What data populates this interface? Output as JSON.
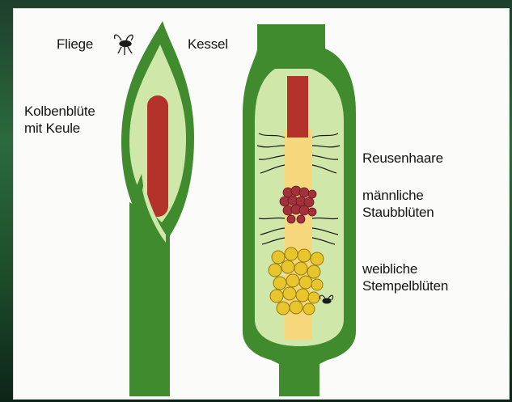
{
  "labels": {
    "fly": "Fliege",
    "kessel": "Kessel",
    "spadix": "Kolbenblüte\nmit Keule",
    "hairs": "Reusenhaare",
    "male": "männliche\nStaubblüten",
    "female": "weibliche\nStempelblüten"
  },
  "colors": {
    "outer_green": "#3f8b2d",
    "inner_green": "#cfe7a8",
    "club_red": "#b3322a",
    "stamen_red": "#a3303a",
    "column_yellow": "#f6d77c",
    "pistil_yellow": "#e7c52d",
    "frame_dark": "#1d3f2c"
  },
  "icons": [
    "fly-icon",
    "small-fly-icon"
  ]
}
